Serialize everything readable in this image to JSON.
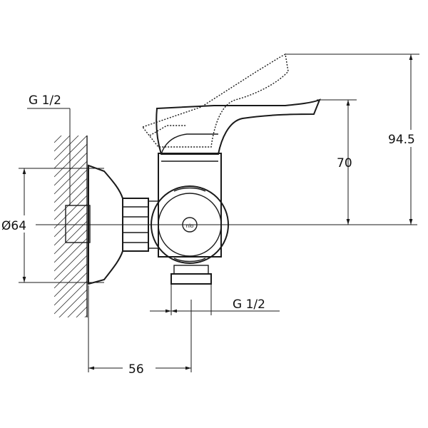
{
  "dimensions": {
    "top_inlet_thread": "G 1/2",
    "bottom_outlet_thread": "G 1/2",
    "diameter": "Ø64",
    "depth": "56",
    "height_lever": "70",
    "height_lever_raised": "94.5"
  }
}
